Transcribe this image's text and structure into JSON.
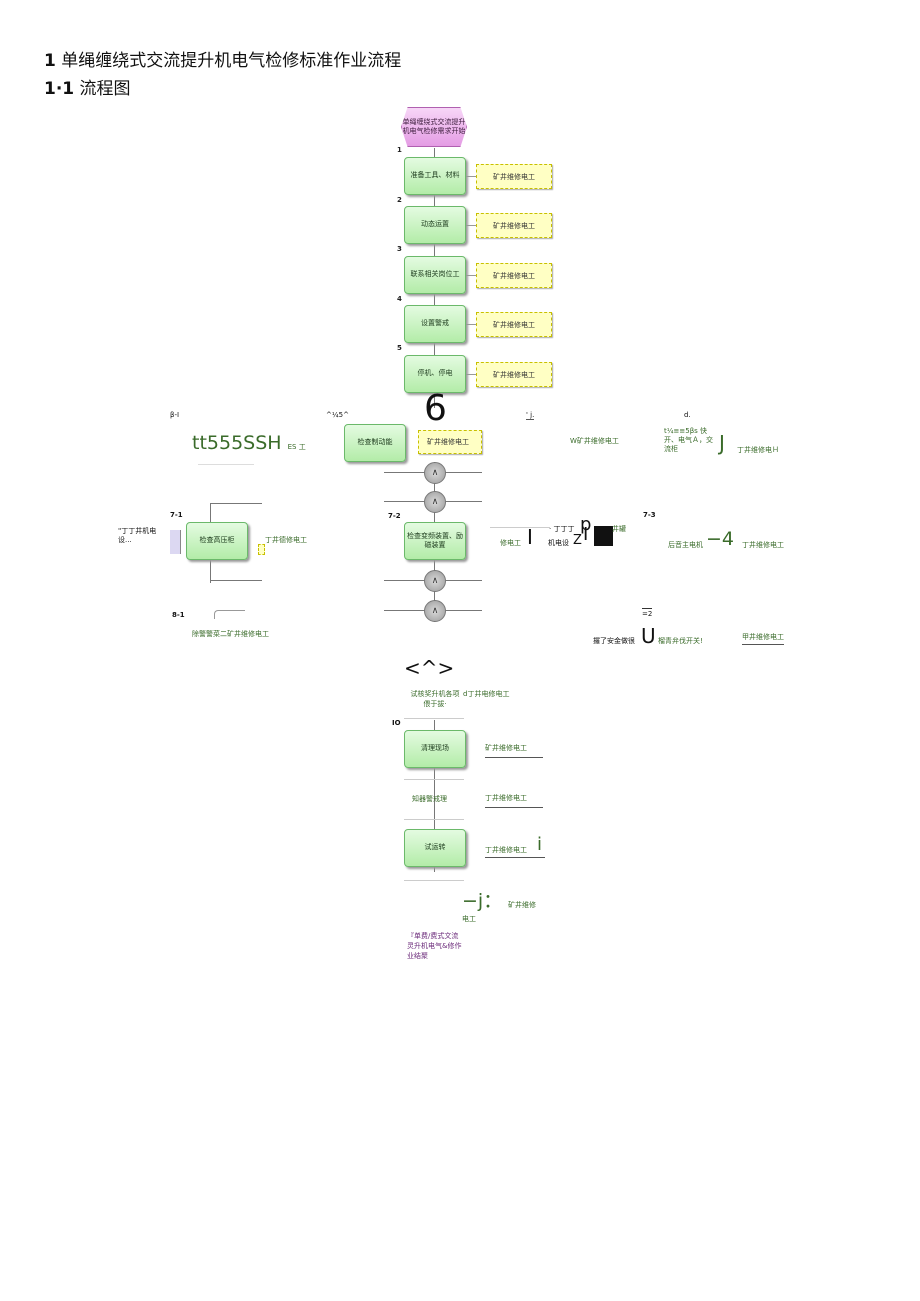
{
  "heading": {
    "num": "1",
    "title": "单绳缠绕式交流提升机电气检修标准作业流程"
  },
  "subheading": {
    "num": "1·1",
    "title": "流程图"
  },
  "start_node": "单绳缠绕式交流提升机电气检修需求开始",
  "steps": [
    {
      "num": "1",
      "label": "准备工具、材料",
      "role": "矿井维修电工"
    },
    {
      "num": "2",
      "label": "动态运置",
      "role": "矿井维修电工"
    },
    {
      "num": "3",
      "label": "联系相关岗位工",
      "role": "矿井维修电工"
    },
    {
      "num": "4",
      "label": "设置警戒",
      "role": "矿井维修电工"
    },
    {
      "num": "5",
      "label": "停机、停电",
      "role": "矿井维修电工"
    }
  ],
  "step6": {
    "num": "6",
    "label": "检查制动能",
    "role": "矿井维修电工",
    "left_num": "β-I",
    "left_marker": "^¼5^",
    "mid_marker": "' j.",
    "right_marker": "d.",
    "big_text": "tt555SSH",
    "big_suffix": "ES 工",
    "mid_role": "W矿井维修电工",
    "right_text": "t¼≡≡5βs 快开、电气Ａ，交流柜",
    "right_glyph": "J",
    "right_role": "丁井维修电Ｈ"
  },
  "step7": {
    "left_num": "7-1",
    "left_box": "检查高压柜",
    "left_ext": "\"丁丁井机电设...",
    "left_role": "丁井德修电工",
    "mid_num": "7-2",
    "mid_box": "检查变频装置、励磁装置",
    "mid_role": "修电工",
    "mid_bar": "I",
    "mid_text1": "· 丁丁丁",
    "mid_glyph": "p",
    "mid_text2": "机电设",
    "mid_glyph2": "Z",
    "mid_glyph3": "I",
    "mid_small": "井罐",
    "right_num": "7-3",
    "right_text": "后音主电机",
    "right_big": "−4",
    "right_role": "丁井维修电工"
  },
  "step8": {
    "left_num": "8-1",
    "left_text": "除警警菜二矿井维修电工",
    "right_marker": "=2",
    "right_text": "攞了安金做很",
    "right_glyph": "U",
    "right_text2": "榴青弁伐开关!",
    "right_role": "甲井维修电工"
  },
  "step9": {
    "marker": "<^>",
    "label": "试核奖升机各项偎于拔·",
    "role": "d丁井电修电工"
  },
  "step10": {
    "num": "IO",
    "label": "清理现场",
    "role": "矿井维修电工"
  },
  "step11": {
    "label": "知器警戒理",
    "role": "丁井维修电工"
  },
  "step12": {
    "label": "试运转",
    "role": "丁井维修电工",
    "glyph": "i"
  },
  "step13": {
    "marker": "−j：",
    "role": "矿井维修电工"
  },
  "end_node": "『单费/费式文流灵升机电气&修作业结聚"
}
